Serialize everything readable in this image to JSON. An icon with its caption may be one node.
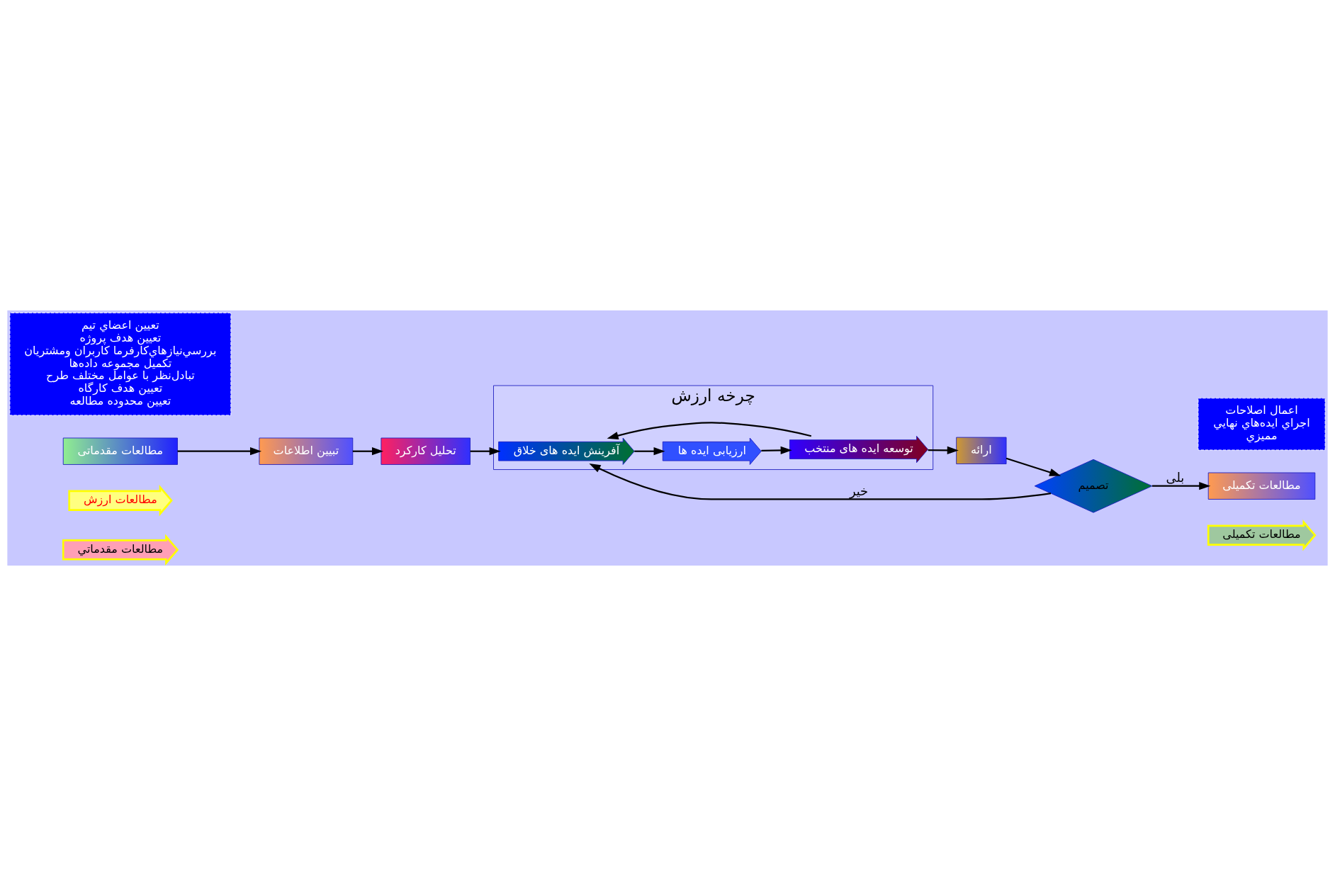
{
  "diagram": {
    "nodes": [
      {
        "text": [
          "مطالعات مقدماتي"
        ]
      },
      {
        "text": [
          "مطالعات ارزش"
        ]
      },
      {
        "text": [
          "مطالعات تکمیلی"
        ]
      },
      {
        "text": [
          "مطالعات مقدماتی"
        ]
      },
      {
        "text": [
          "تعيين اعضاي تيم",
          "تعيين هدف پروژه",
          "بررسي‌نيازهاي‌کارفرما کاربران ومشتريان",
          "تکميل مجموعه داده‌ها",
          "تبادل‌نظر با عوامل مختلف طرح",
          "تعيين هدف کارگاه",
          "تعيين محدوده مطالعه"
        ]
      },
      {
        "text": [
          "تبیین اطلاعات"
        ]
      },
      {
        "text": [
          "تحلیل کارکرد"
        ]
      },
      {
        "text": [
          "چرخه ارزش"
        ]
      },
      {
        "text": [
          "آفرینش ایده های خلاق"
        ],
        "in": 7
      },
      {
        "text": [
          "ارزیابی ایده ها"
        ],
        "in": 7
      },
      {
        "text": [
          "توسعه ایده های منتخب"
        ],
        "in": 7
      },
      {
        "text": [
          "ارائه"
        ]
      },
      {
        "text": [
          "تصمیم"
        ]
      },
      {
        "text": [
          "مطالعات تکمیلی"
        ]
      },
      {
        "text": [
          "اعمال اصلاحات",
          "اجراي ايده‌هاي نهايي",
          "مميزي"
        ]
      }
    ],
    "edges": [
      {
        "from": 3,
        "to": 5,
        "arrow": "to"
      },
      {
        "from": 5,
        "to": 6,
        "arrow": "to"
      },
      {
        "from": 6,
        "to": 8,
        "arrow": "to"
      },
      {
        "from": 8,
        "to": 9,
        "arrow": "to"
      },
      {
        "from": 9,
        "to": 10,
        "arrow": "to"
      },
      {
        "from": 10,
        "to": 8,
        "arrow": "to"
      },
      {
        "from": 10,
        "to": 11,
        "arrow": "to"
      },
      {
        "from": 11,
        "to": 12,
        "arrow": "to"
      },
      {
        "from": 12,
        "to": 8,
        "arrow": "to",
        "label": "خیر"
      },
      {
        "from": 12,
        "to": 13,
        "arrow": "to",
        "label": "بلی"
      }
    ]
  }
}
